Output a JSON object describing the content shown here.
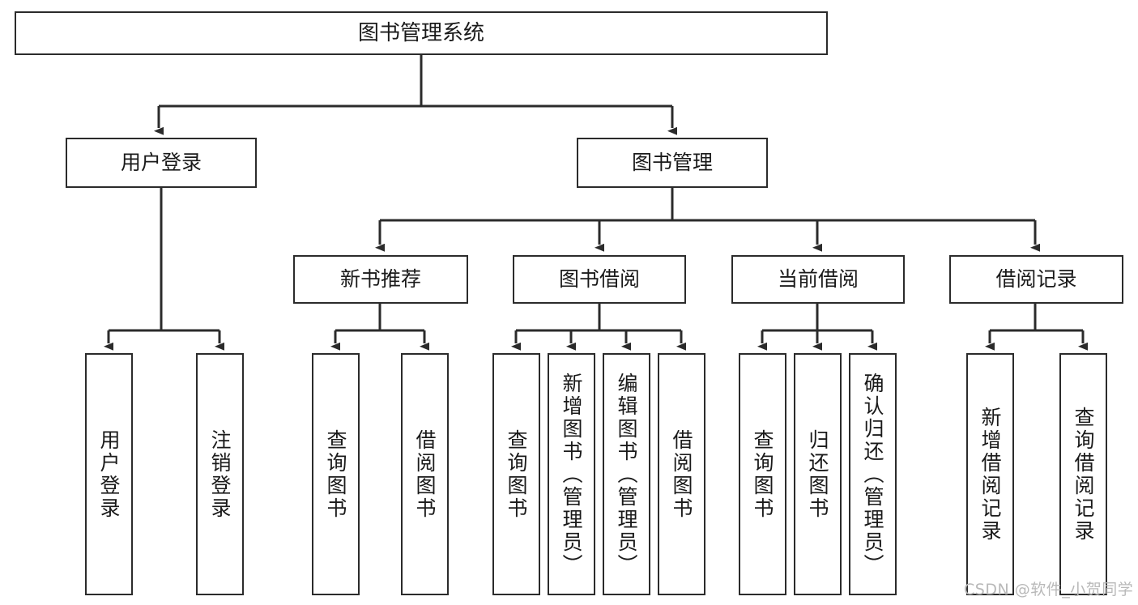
{
  "diagram": {
    "type": "tree-structure-chart",
    "title": "图书管理系统",
    "orientation": "top-down",
    "line_color": "#2b2b2b",
    "box_fill": "#ffffff",
    "text_color": "#1a1a1a",
    "root": {
      "label": "图书管理系统"
    },
    "level2": [
      {
        "label": "用户登录"
      },
      {
        "label": "图书管理"
      }
    ],
    "level3": [
      {
        "label": "新书推荐"
      },
      {
        "label": "图书借阅"
      },
      {
        "label": "当前借阅"
      },
      {
        "label": "借阅记录"
      }
    ],
    "leaves": {
      "user_login": [
        {
          "label": "用户登录"
        },
        {
          "label": "注销登录"
        }
      ],
      "new_book_recommend": [
        {
          "label": "查询图书"
        },
        {
          "label": "借阅图书"
        }
      ],
      "book_borrow": [
        {
          "label": "查询图书"
        },
        {
          "label": "新增图书（管理员）"
        },
        {
          "label": "编辑图书（管理员）"
        },
        {
          "label": "借阅图书"
        }
      ],
      "current_borrow": [
        {
          "label": "查询图书"
        },
        {
          "label": "归还图书"
        },
        {
          "label": "确认归还（管理员）"
        }
      ],
      "borrow_record": [
        {
          "label": "新增借阅记录"
        },
        {
          "label": "查询借阅记录"
        }
      ]
    }
  },
  "watermark": {
    "text": "CSDN @软件_小贺同学",
    "color": "#b9b9b9"
  }
}
